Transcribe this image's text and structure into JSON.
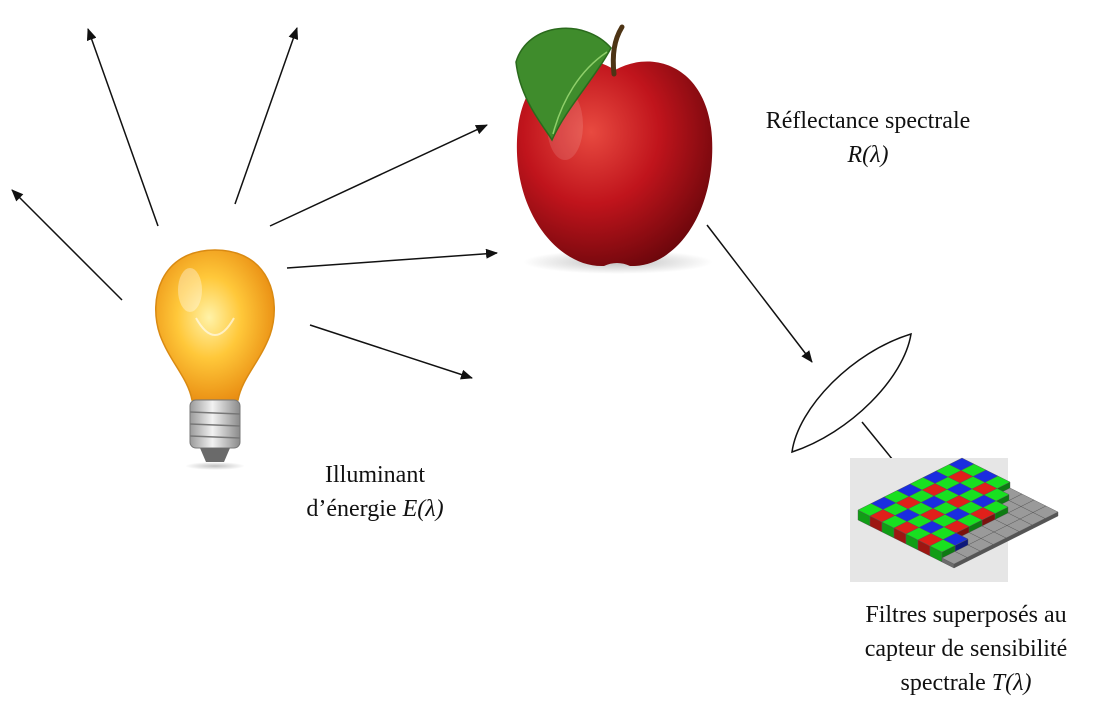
{
  "labels": {
    "illuminant_line1": "Illuminant",
    "illuminant_line2": "d’énergie",
    "illuminant_symbol": "E(λ)",
    "reflectance_line1": "Réflectance spectrale",
    "reflectance_symbol": "R(λ)",
    "filters_line1": "Filtres superposés au",
    "filters_line2": "capteur de sensibilité",
    "filters_line3": "spectrale",
    "filters_symbol": "T(λ)"
  },
  "colors": {
    "bulb_glass": "#f7a21b",
    "apple": "#c0141c",
    "leaf": "#3f8c2c",
    "sensor_red": "#e0201a",
    "sensor_green": "#18e020",
    "sensor_blue": "#1a2de0",
    "sensor_gray": "#9a9a9a"
  },
  "icons": [
    "light-bulb-icon",
    "apple-icon",
    "lens-icon",
    "bayer-sensor-icon"
  ]
}
